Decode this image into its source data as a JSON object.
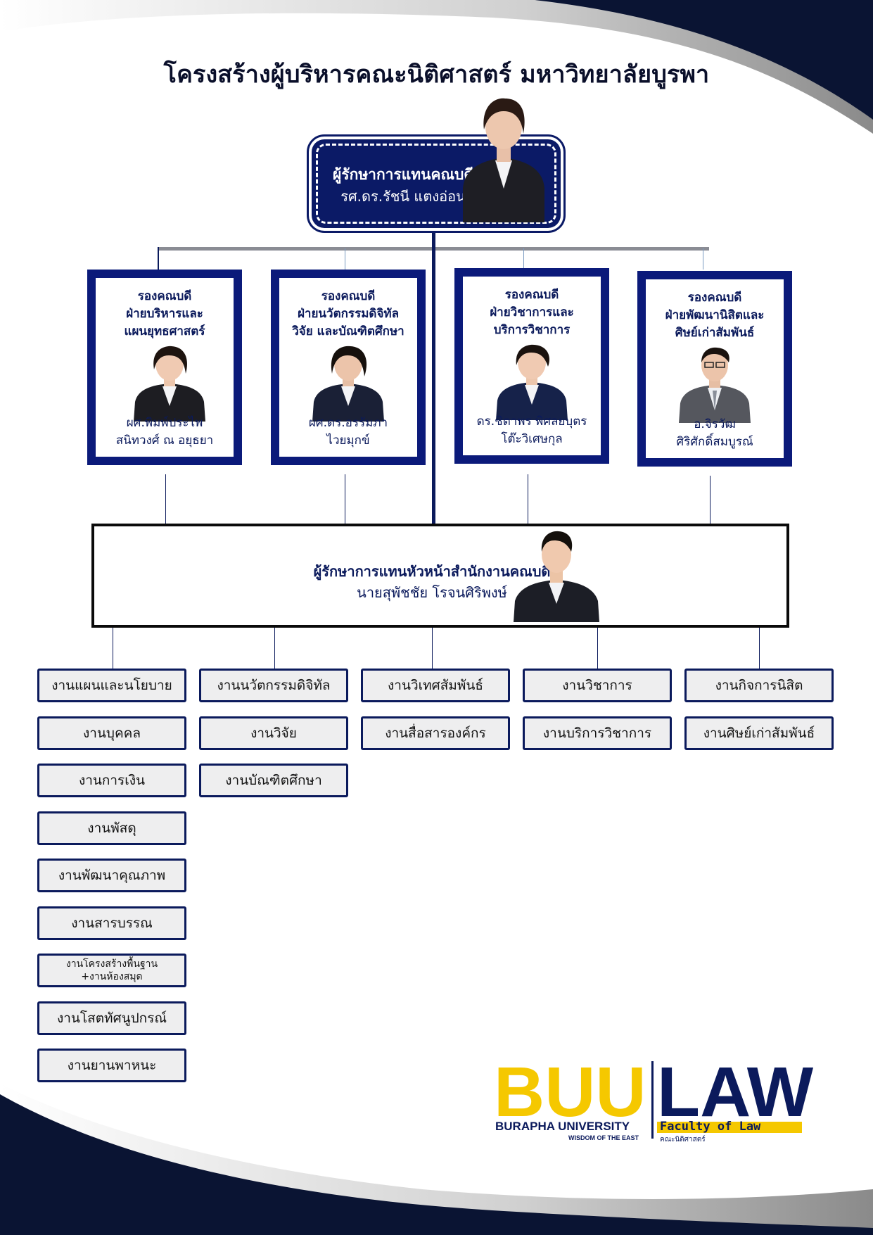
{
  "title": "โครงสร้างผู้บริหารคณะนิติศาสตร์ มหาวิทยาลัยบูรพา",
  "dean": {
    "role": "ผู้รักษาการแทนคณบดี",
    "name": "รศ.ดร.รัชนี แตงอ่อน"
  },
  "vice_deans": [
    {
      "role_lines": [
        "รองคณบดี",
        "ฝ่ายบริหารและ",
        "แผนยุทธศาสตร์"
      ],
      "name_lines": [
        "ผศ.พิมพ์ประไพ",
        "สนิทวงศ์ ณ อยุธยา"
      ]
    },
    {
      "role_lines": [
        "รองคณบดี",
        "ฝ่ายนวัตกรรมดิจิทัล",
        "วิจัย และบัณฑิตศึกษา"
      ],
      "name_lines": [
        "ผศ.ดร.อรรัมภา",
        "ไวยมุกข์"
      ]
    },
    {
      "role_lines": [
        "รองคณบดี",
        "ฝ่ายวิชาการและ",
        "บริการวิชาการ"
      ],
      "name_lines": [
        "ดร.ชิตาพร พิศลยบุตร",
        "โต๊ะวิเศษกุล"
      ]
    },
    {
      "role_lines": [
        "รองคณบดี",
        "ฝ่ายพัฒนานิสิตและ",
        "ศิษย์เก่าสัมพันธ์"
      ],
      "name_lines": [
        "อ.จิรวัฒ",
        "ศิริศักดิ์สมบูรณ์"
      ]
    }
  ],
  "office_head": {
    "role": "ผู้รักษาการแทนหัวหน้าสำนักงานคณบดี",
    "name": "นายสุพัชชัย โรจนศิริพงษ์"
  },
  "units": [
    [
      "งานแผนและนโยบาย",
      "งานบุคคล",
      "งานการเงิน",
      "งานพัสดุ",
      "งานพัฒนาคุณภาพ",
      "งานสารบรรณ",
      "งานโครงสร้างพื้นฐาน\n+งานห้องสมุด",
      "งานโสตทัศนูปกรณ์",
      "งานยานพาหนะ"
    ],
    [
      "งานนวัตกรรมดิจิทัล",
      "งานวิจัย",
      "งานบัณฑิตศึกษา"
    ],
    [
      "งานวิเทศสัมพันธ์",
      "งานสื่อสารองค์กร"
    ],
    [
      "งานวิชาการ",
      "งานบริการวิชาการ"
    ],
    [
      "งานกิจการนิสิต",
      "งานศิษย์เก่าสัมพันธ์"
    ]
  ],
  "logo": {
    "text_left": "BUU",
    "text_right": "LAW",
    "university": "BURAPHA UNIVERSITY",
    "motto": "WISDOM OF THE EAST",
    "faculty_en": "Faculty of Law",
    "faculty_th": "คณะนิติศาสตร์",
    "colors": {
      "yellow": "#f5c800",
      "gray": "#8a8a8a",
      "navy": "#0b1a5c"
    }
  },
  "colors": {
    "navy": "#0b1a66",
    "dark": "#0a1433"
  }
}
